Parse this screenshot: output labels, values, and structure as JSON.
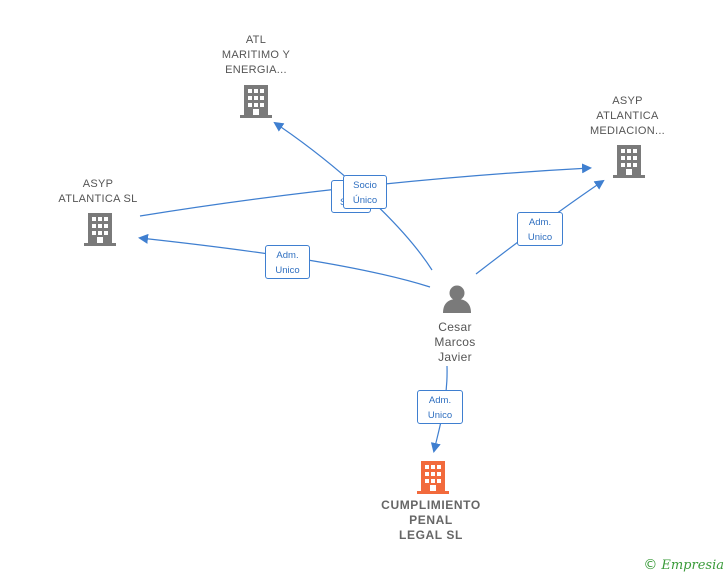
{
  "colors": {
    "edge": "#3f7fd0",
    "building": "#7a7a7a",
    "main_building": "#f26a3c",
    "person": "#7a7a7a"
  },
  "nodes": {
    "atl": {
      "label": "ATL\nMARITIMO Y\nENERGIA...",
      "icon": "building-icon"
    },
    "asyp_mediacion": {
      "label": "ASYP\nATLANTICA\nMEDIACION...",
      "icon": "building-icon"
    },
    "asyp_sl": {
      "label": "ASYP\nATLANTICA  SL",
      "icon": "building-icon"
    },
    "person": {
      "label": "Cesar\nMarcos\nJavier",
      "icon": "person-icon"
    },
    "main": {
      "label": "CUMPLIMIENTO\nPENAL\nLEGAL  SL",
      "icon": "building-icon"
    }
  },
  "edges": {
    "socio_unico": "Socio\nÚnico",
    "socio_partial": "S...",
    "adm_mediacion": "Adm.\nUnico",
    "adm_asyp_sl": "Adm.\nUnico",
    "adm_main": "Adm.\nUnico"
  },
  "footer": {
    "copyright": "©",
    "brand": "Empresia"
  }
}
